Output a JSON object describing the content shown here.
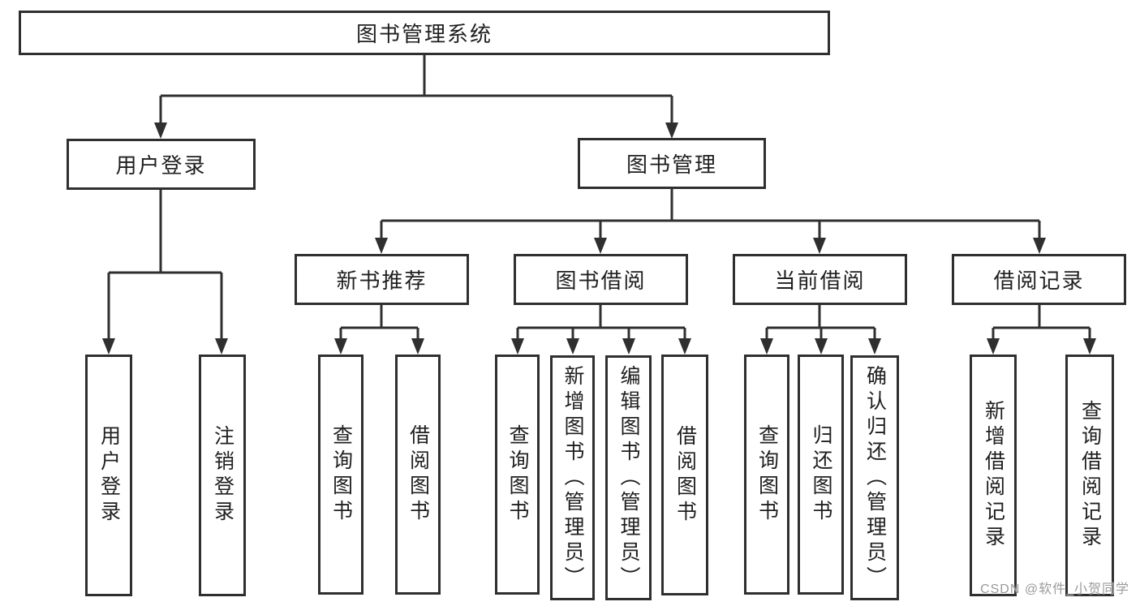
{
  "colors": {
    "background": "#ffffff",
    "box_border": "#2f2f2f",
    "connector_line": "#2f2f2f",
    "text": "#1f1f1f",
    "watermark_text": "#9b9b9b"
  },
  "watermark": {
    "text": "CSDN @软件_小贺同学"
  },
  "diagram": {
    "root": {
      "label": "图书管理系统"
    },
    "branches": [
      {
        "label": "用户登录",
        "children": [
          {
            "label": "用户登录"
          },
          {
            "label": "注销登录"
          }
        ]
      },
      {
        "label": "图书管理",
        "children": [
          {
            "label": "新书推荐",
            "children": [
              {
                "label": "查询图书"
              },
              {
                "label": "借阅图书"
              }
            ]
          },
          {
            "label": "图书借阅",
            "children": [
              {
                "label": "查询图书"
              },
              {
                "label": "新增图书（管理员）"
              },
              {
                "label": "编辑图书（管理员）"
              },
              {
                "label": "借阅图书"
              }
            ]
          },
          {
            "label": "当前借阅",
            "children": [
              {
                "label": "查询图书"
              },
              {
                "label": "归还图书"
              },
              {
                "label": "确认归还（管理员）"
              }
            ]
          },
          {
            "label": "借阅记录",
            "children": [
              {
                "label": "新增借阅记录"
              },
              {
                "label": "查询借阅记录"
              }
            ]
          }
        ]
      }
    ]
  }
}
